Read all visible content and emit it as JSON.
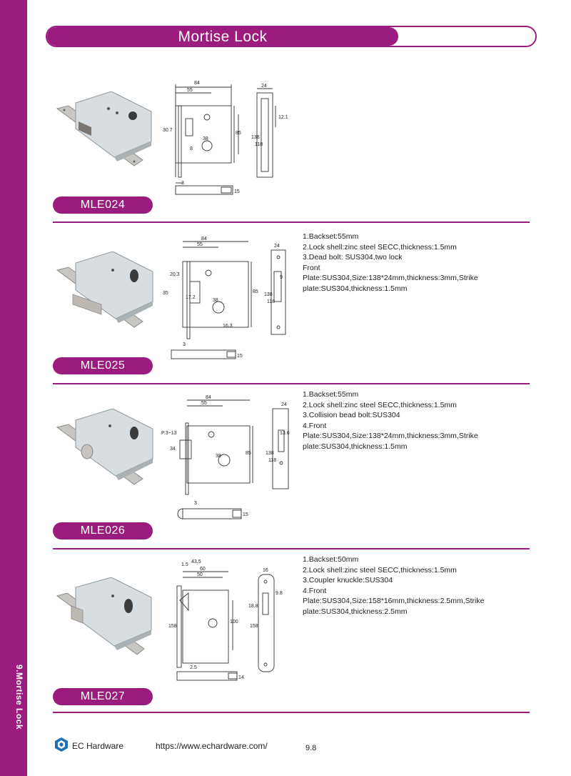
{
  "page": {
    "title": "Mortise Lock",
    "side_label": "9.Mortise Lock",
    "brand": "EC Hardware",
    "url": "https://www.echardware.com/",
    "page_number": "9.8",
    "accent_color": "#9c1b7f"
  },
  "products": [
    {
      "model": "MLE024",
      "specs": [],
      "dims": {
        "a": "84",
        "b": "55",
        "c": "24",
        "d": "12.1",
        "e": "138",
        "f": "118",
        "g": "85",
        "h": "38",
        "i": "30.7",
        "j": "8",
        "k": "3",
        "l": "15"
      }
    },
    {
      "model": "MLE025",
      "specs": [
        "1.Backset:55mm",
        "2.Lock shell:zinc steel SECC,thickness:1.5mm",
        "3.Dead bolt: SUS304,two lock",
        "Front",
        "Plate:SUS304,Size:138*24mm,thickness:3mm,Strike plate:SUS304,thickness:1.5mm"
      ],
      "dims": {
        "a": "84",
        "b": "55",
        "c": "24",
        "d": "9",
        "e": "138",
        "f": "118",
        "g": "85",
        "h": "38",
        "i": "20.3",
        "j": "17.2",
        "k": "3",
        "l": "15",
        "m": "35",
        "n": "16.3"
      }
    },
    {
      "model": "MLE026",
      "specs": [
        "1.Backset:55mm",
        "2.Lock shell:zinc steel SECC,thickness:1.5mm",
        "3.Collision bead bolt:SUS304",
        "4.Front",
        "Plate:SUS304,Size:138*24mm,thickness:3mm,Strike plate:SUS304,thickness:1.5mm"
      ],
      "dims": {
        "a": "84",
        "b": "55",
        "c": "24",
        "d": "13.6",
        "e": "138",
        "f": "118",
        "g": "85",
        "h": "38",
        "i": "P.3~13",
        "j": "34",
        "k": "3",
        "l": "15"
      }
    },
    {
      "model": "MLE027",
      "specs": [
        "1.Backset:50mm",
        "2.Lock shell:zinc steel SECC,thickness:1.5mm",
        "3.Coupler knuckle:SUS304",
        "4.Front",
        "Plate:SUS304,Size:158*16mm,thickness:2.5mm,Strike plate:SUS304,thickness:2.5mm"
      ],
      "dims": {
        "a": "60",
        "b": "50",
        "c": "16",
        "d": "9.8",
        "e": "158",
        "f": "158",
        "g": "100",
        "h": "18.8",
        "i": "2.5",
        "j": "14",
        "k": "1.5",
        "l": "43.5"
      }
    }
  ]
}
